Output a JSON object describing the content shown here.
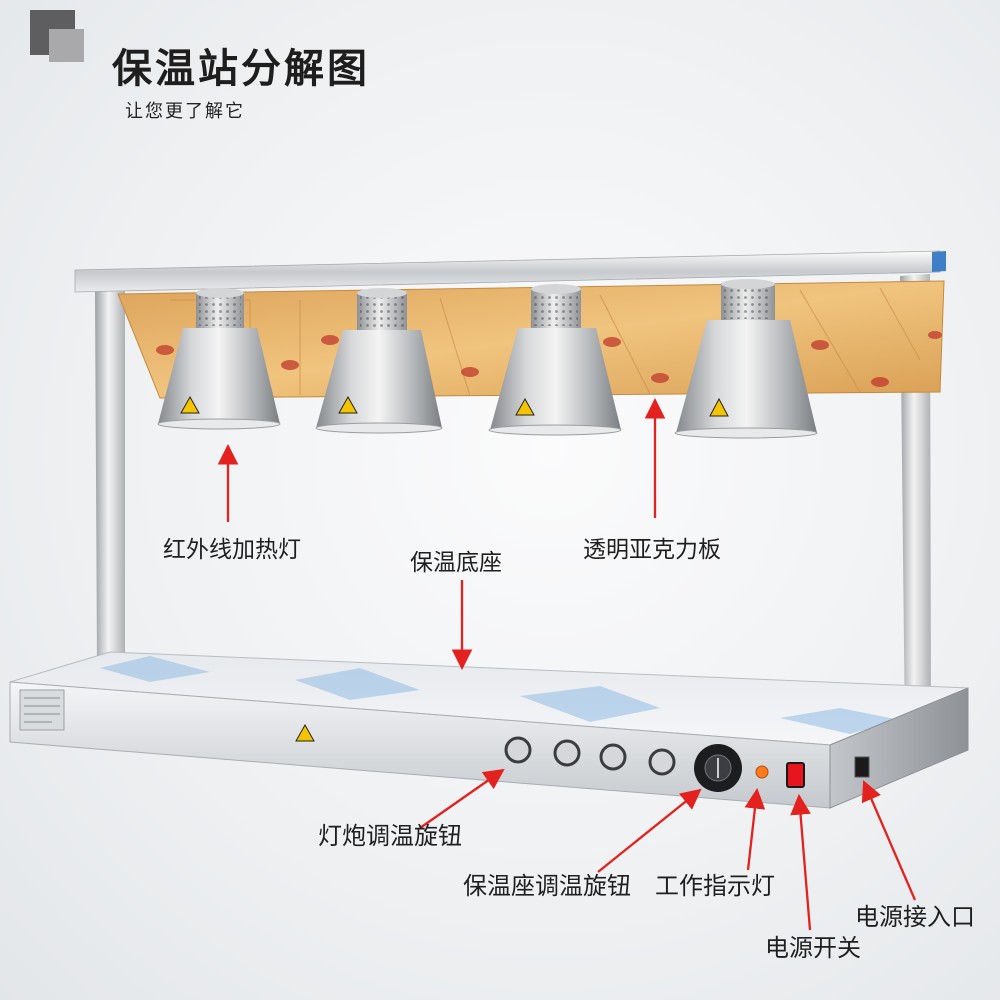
{
  "header": {
    "title": "保温站分解图",
    "subtitle": "让您更了解它"
  },
  "labels": {
    "infrared_lamp": "红外线加热灯",
    "acrylic_panel": "透明亚克力板",
    "warming_base": "保温底座",
    "bulb_temp_knob": "灯炮调温旋钮",
    "base_temp_knob": "保温座调温旋钮",
    "indicator_light": "工作指示灯",
    "power_inlet": "电源接入口",
    "power_switch": "电源开关"
  },
  "icons": {
    "logo": "logo-squares-icon",
    "lamp_warning": "warning-triangle-icon",
    "arrow": "red-arrow-icon"
  },
  "colors": {
    "arrow": "#e3211f",
    "acrylic_panel": "#e9b46a",
    "stainless_steel": "#c9ccd0",
    "indicator_light": "#ff7a1a",
    "power_switch": "#e8141e"
  }
}
